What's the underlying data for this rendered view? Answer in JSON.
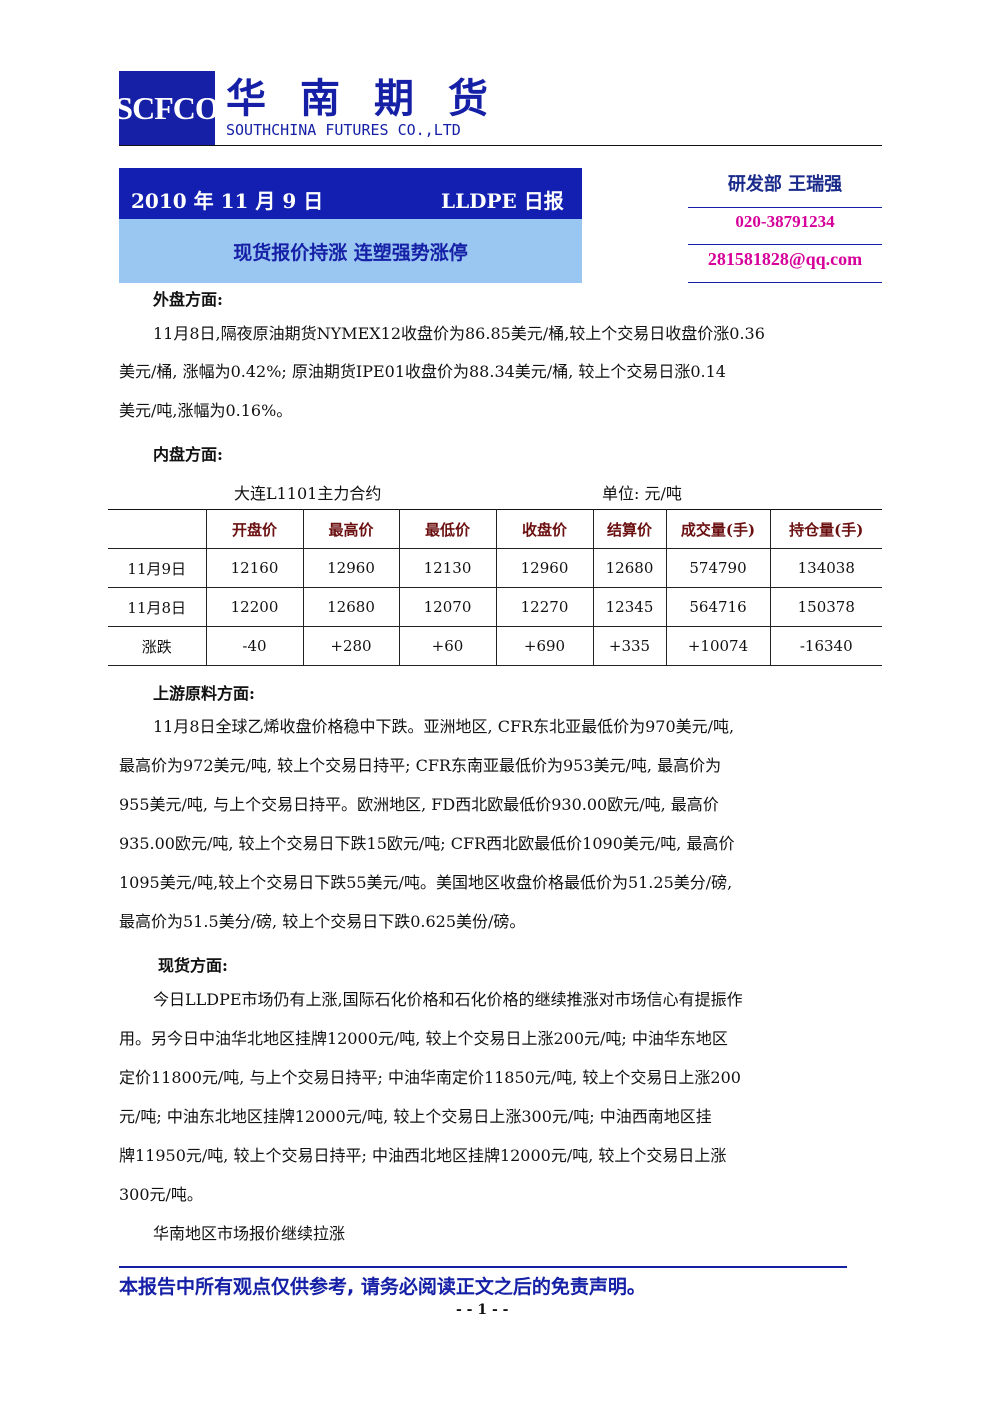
{
  "header": {
    "logo_text": "SCFCO",
    "brand_cn": "华南期货",
    "brand_en": "SOUTHCHINA FUTURES CO.,LTD"
  },
  "title": {
    "date": "2010 年 11 月 9 日",
    "report_name": "LLDPE 日报",
    "headline": "现货报价持涨  连塑强势涨停"
  },
  "contact": {
    "dept": "研发部  王瑞强",
    "phone": "020-38791234",
    "email": "281581828@qq.com"
  },
  "colors": {
    "brand_blue": "#1520a6",
    "headline_bg": "#9ac6f2",
    "contact_magenta": "#d6009a"
  },
  "sections": {
    "external": {
      "heading": "外盘方面:",
      "lines": [
        "11月8日,隔夜原油期货NYMEX12收盘价为86.85美元/桶,较上个交易日收盘价涨0.36",
        "美元/桶, 涨幅为0.42%; 原油期货IPE01收盘价为88.34美元/桶, 较上个交易日涨0.14",
        "美元/吨,涨幅为0.16%。"
      ]
    },
    "domestic": {
      "heading": "内盘方面:",
      "table_caption": "大连L1101主力合约",
      "unit_label": "单位: 元/吨",
      "columns": [
        "",
        "开盘价",
        "最高价",
        "最低价",
        "收盘价",
        "结算价",
        "成交量(手)",
        "持仓量(手)"
      ],
      "rows": [
        [
          "11月9日",
          "12160",
          "12960",
          "12130",
          "12960",
          "12680",
          "574790",
          "134038"
        ],
        [
          "11月8日",
          "12200",
          "12680",
          "12070",
          "12270",
          "12345",
          "564716",
          "150378"
        ],
        [
          "涨跌",
          "-40",
          "+280",
          "+60",
          "+690",
          "+335",
          "+10074",
          "-16340"
        ]
      ]
    },
    "upstream": {
      "heading": "上游原料方面:",
      "lines": [
        "11月8日全球乙烯收盘价格稳中下跌。亚洲地区, CFR东北亚最低价为970美元/吨,",
        "最高价为972美元/吨, 较上个交易日持平; CFR东南亚最低价为953美元/吨, 最高价为",
        "955美元/吨, 与上个交易日持平。欧洲地区, FD西北欧最低价930.00欧元/吨, 最高价",
        "935.00欧元/吨, 较上个交易日下跌15欧元/吨; CFR西北欧最低价1090美元/吨, 最高价",
        "1095美元/吨,较上个交易日下跌55美元/吨。美国地区收盘价格最低价为51.25美分/磅,",
        "最高价为51.5美分/磅, 较上个交易日下跌0.625美份/磅。"
      ]
    },
    "spot": {
      "heading": "现货方面:",
      "lines": [
        "今日LLDPE市场仍有上涨,国际石化价格和石化价格的继续推涨对市场信心有提振作",
        "用。另今日中油华北地区挂牌12000元/吨, 较上个交易日上涨200元/吨; 中油华东地区",
        "定价11800元/吨, 与上个交易日持平; 中油华南定价11850元/吨, 较上个交易日上涨200",
        "元/吨; 中油东北地区挂牌12000元/吨, 较上个交易日上涨300元/吨; 中油西南地区挂",
        "牌11950元/吨, 较上个交易日持平; 中油西北地区挂牌12000元/吨, 较上个交易日上涨",
        "300元/吨。"
      ],
      "closing_line": "华南地区市场报价继续拉涨"
    }
  },
  "footer": {
    "disclaimer": "本报告中所有观点仅供参考, 请务必阅读正文之后的免责声明。",
    "page_number": "- - 1 - -"
  }
}
